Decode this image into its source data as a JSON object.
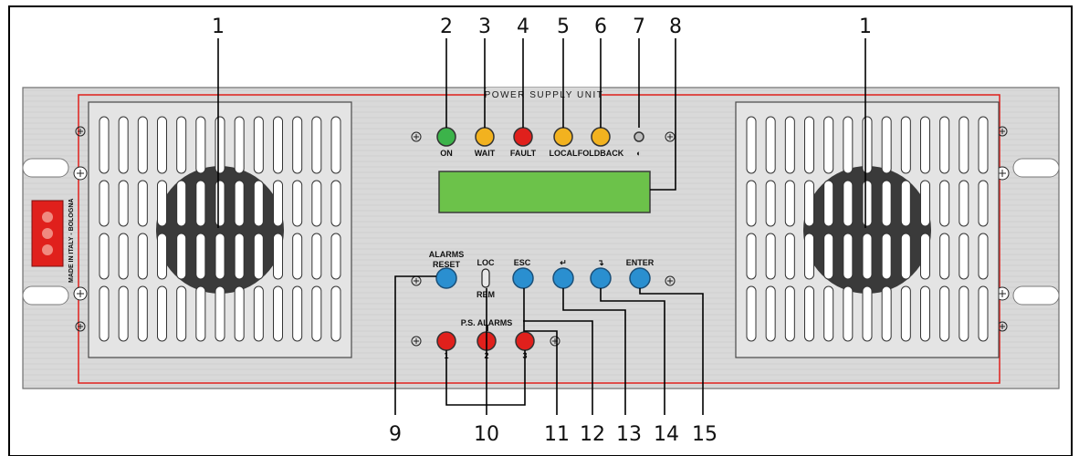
{
  "panel": {
    "title": "POWER SUPPLY UNIT",
    "made_in": "MADE IN ITALY - BOLOGNA",
    "accent_color": "#e0201c",
    "panel_color": "#d6d6d6"
  },
  "indicators": [
    {
      "label": "ON",
      "color": "#3cb34a"
    },
    {
      "label": "WAIT",
      "color": "#f2b21f"
    },
    {
      "label": "FAULT",
      "color": "#e0201c"
    },
    {
      "label": "LOCAL",
      "color": "#f2b21f"
    },
    {
      "label": "FOLDBACK",
      "color": "#f2b21f"
    },
    {
      "label": "◐",
      "color": "#bdbdbd"
    }
  ],
  "display": {
    "color": "#6cc24a"
  },
  "controls": {
    "alarms_reset": [
      "ALARMS",
      "RESET"
    ],
    "switch_top": "LOC",
    "switch_bottom": "REM",
    "esc": "ESC",
    "left_arrow": "↵",
    "right_arrow": "↴",
    "enter": "ENTER",
    "button_color": "#2a8fd0"
  },
  "ps_alarms": {
    "title": "P.S. ALARMS",
    "items": [
      "1",
      "2",
      "3"
    ],
    "color": "#e0201c"
  },
  "callouts": {
    "top": [
      "1",
      "2",
      "3",
      "4",
      "5",
      "6",
      "7",
      "8",
      "1"
    ],
    "bottom": [
      "9",
      "10",
      "11",
      "12",
      "13",
      "14",
      "15"
    ]
  }
}
